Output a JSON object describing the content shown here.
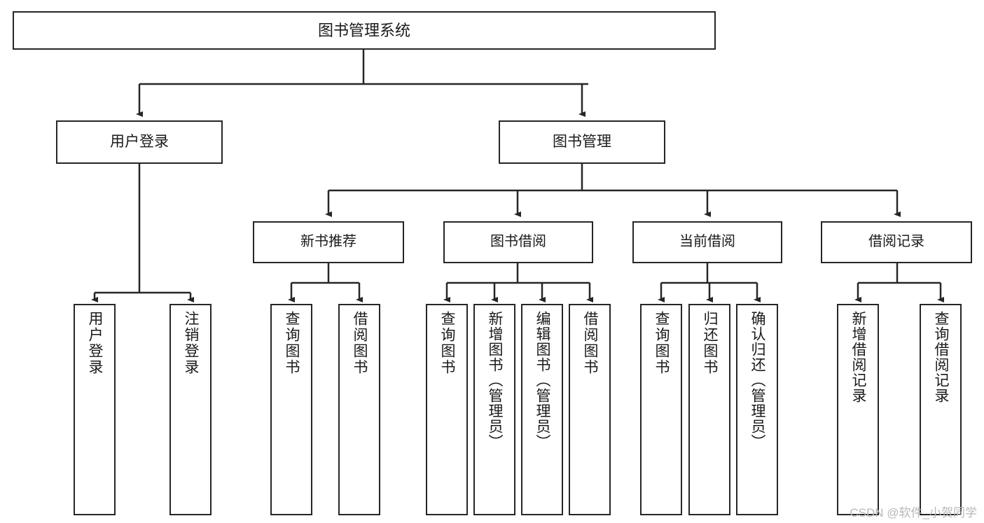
{
  "diagram": {
    "title": "图书管理系统",
    "type": "tree",
    "orientation": "top-down",
    "colors": {
      "stroke": "#262626",
      "box_fill": "#ffffff",
      "text": "#1a1a1a",
      "background": "#ffffff",
      "watermark": "#b8b8b8"
    },
    "watermark": "CSDN @软件_小贺同学",
    "nodes": {
      "root": {
        "label": "图书管理系统"
      },
      "level1": [
        {
          "label": "用户登录"
        },
        {
          "label": "图书管理"
        }
      ],
      "level2": [
        {
          "label": "新书推荐"
        },
        {
          "label": "图书借阅"
        },
        {
          "label": "当前借阅"
        },
        {
          "label": "借阅记录"
        }
      ],
      "leaves": {
        "user_login": [
          {
            "label": "用户登录"
          },
          {
            "label": "注销登录"
          }
        ],
        "new_book_recommend": [
          {
            "label": "查询图书"
          },
          {
            "label": "借阅图书"
          }
        ],
        "book_borrow": [
          {
            "label": "查询图书"
          },
          {
            "label": "新增图书（管理员）"
          },
          {
            "label": "编辑图书（管理员）"
          },
          {
            "label": "借阅图书"
          }
        ],
        "current_borrow": [
          {
            "label": "查询图书"
          },
          {
            "label": "归还图书"
          },
          {
            "label": "确认归还（管理员）"
          }
        ],
        "borrow_record": [
          {
            "label": "新增借阅记录"
          },
          {
            "label": "查询借阅记录"
          }
        ]
      }
    }
  }
}
